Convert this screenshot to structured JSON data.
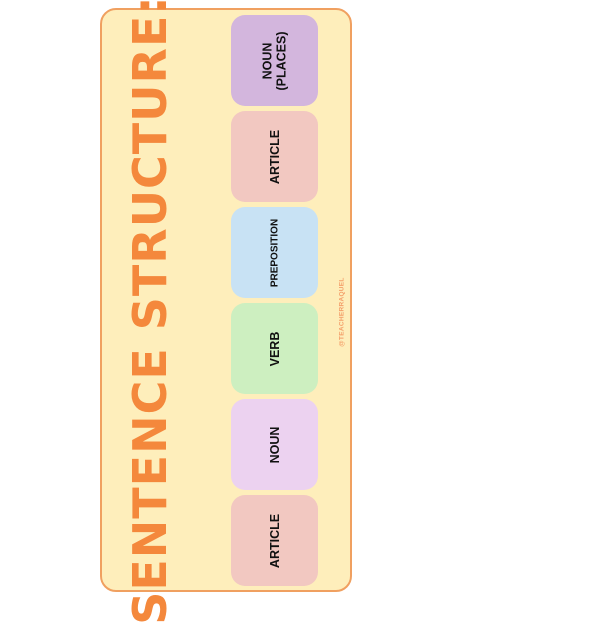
{
  "title": "SENTENCE STRUCTURE:",
  "credit": "@TEACHERRAQUEL",
  "colors": {
    "card_background": "#feeebb",
    "card_border": "#f0a060",
    "title_text": "#f4883c",
    "credit_text": "#f4a06a"
  },
  "tiles": [
    {
      "label": "NOUN\n(PLACES)",
      "color": "#d3b6dd"
    },
    {
      "label": "ARTICLE",
      "color": "#f2c8c1"
    },
    {
      "label": "PREPOSITION",
      "color": "#c8e2f4"
    },
    {
      "label": "VERB",
      "color": "#cdefc0"
    },
    {
      "label": "NOUN",
      "color": "#ecd2f0"
    },
    {
      "label": "ARTICLE",
      "color": "#f2c8c1"
    }
  ]
}
